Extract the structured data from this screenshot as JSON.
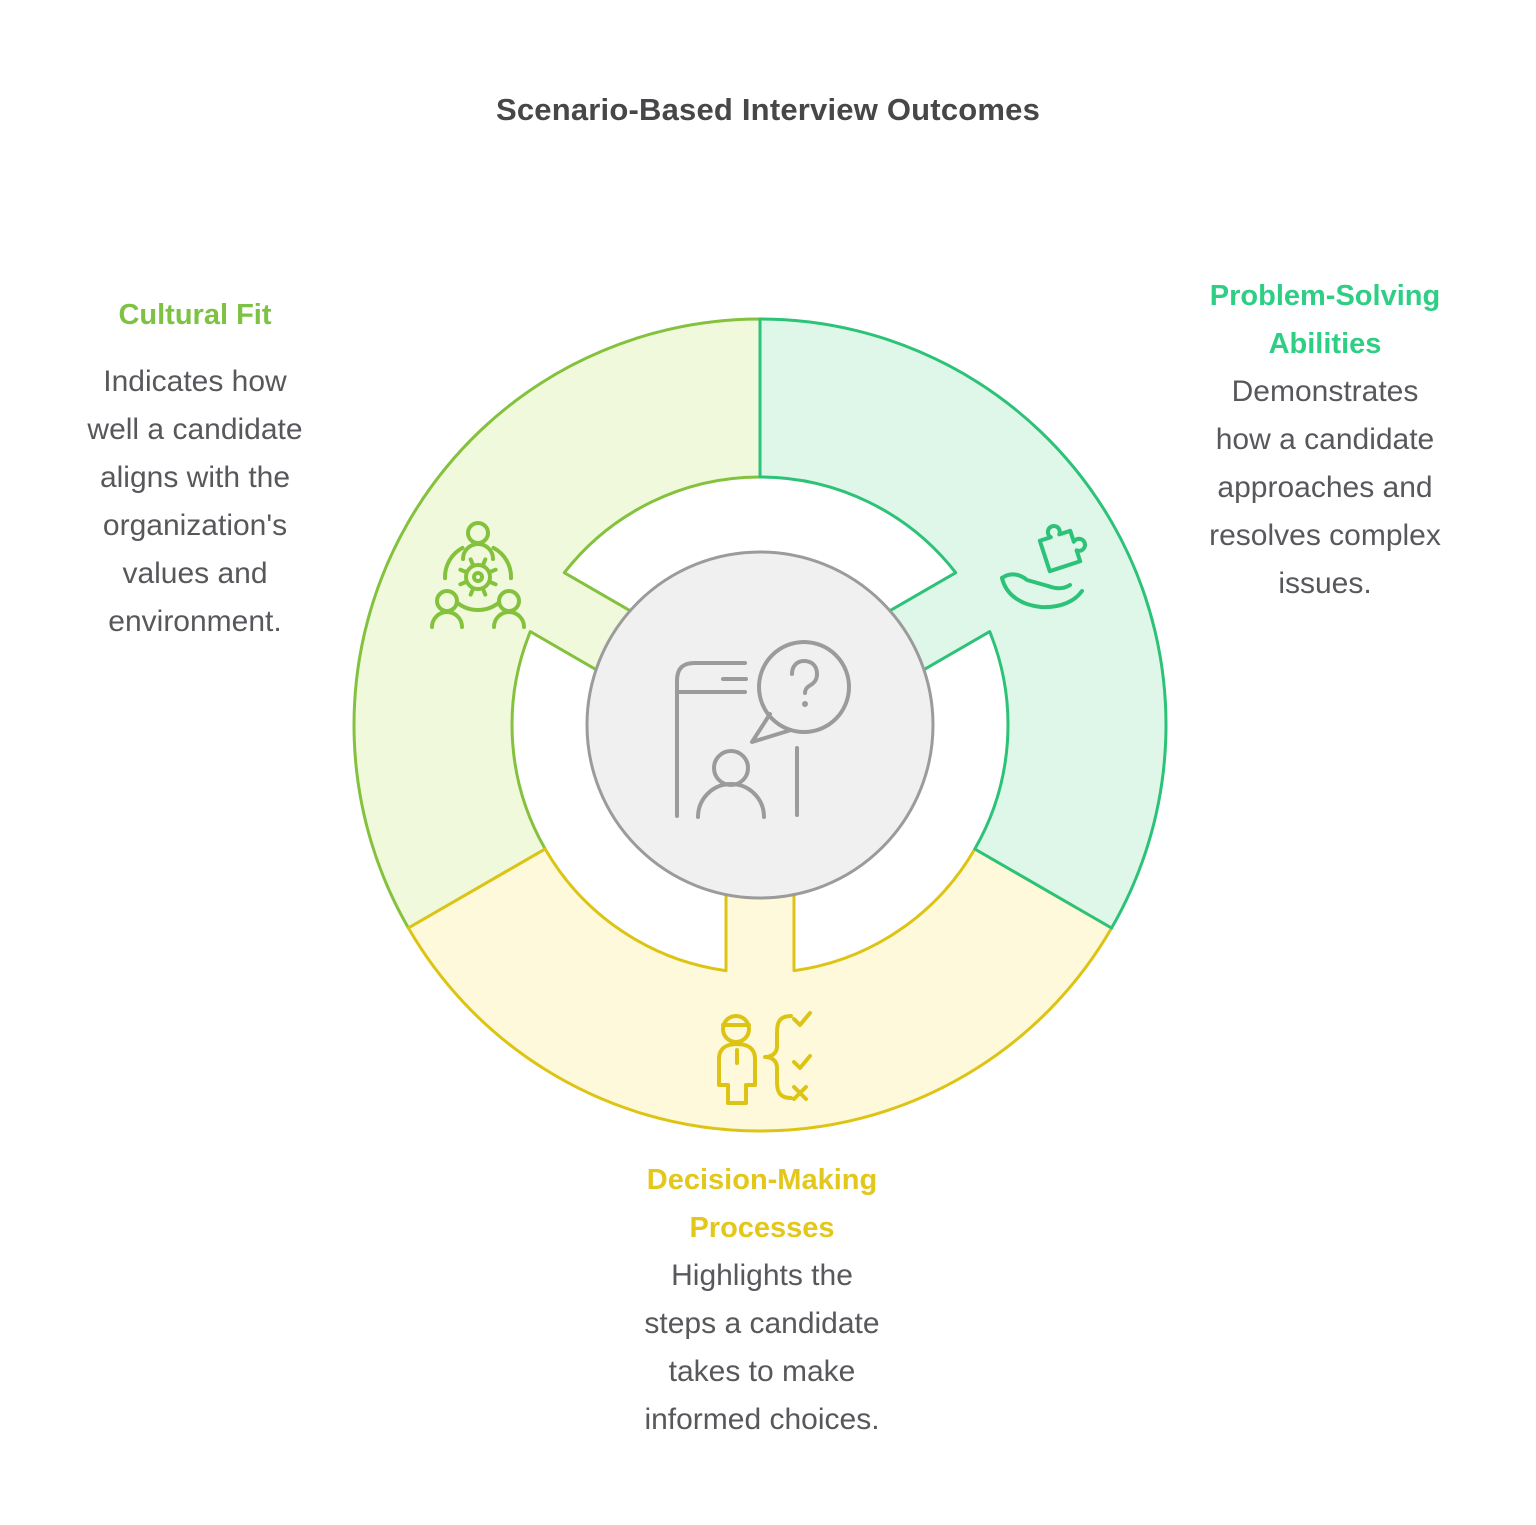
{
  "title": {
    "text": "Scenario-Based Interview Outcomes",
    "color": "#47474a"
  },
  "diagram": {
    "background": "#ffffff",
    "body_text_color": "#57585c",
    "center": {
      "icon": "interview-conversation-icon",
      "fill": "#f0f0f0",
      "stroke": "#9b9b9b"
    },
    "segments": [
      {
        "id": "cultural-fit",
        "heading": "Cultural Fit",
        "description": "Indicates how well a candidate aligns with the organization's values and environment.",
        "heading_color": "#7dc242",
        "fill": "#f0f9dc",
        "stroke": "#84c13d",
        "icon": "team-collaboration-gear-icon",
        "start_angle": 90,
        "end_angle": 210
      },
      {
        "id": "problem-solving-abilities",
        "heading": "Problem-Solving Abilities",
        "description": "Demonstrates how a candidate approaches and resolves complex issues.",
        "heading_color": "#2fce85",
        "fill": "#def7e9",
        "stroke": "#2cc277",
        "icon": "hand-holding-puzzle-icon",
        "start_angle": -30,
        "end_angle": 90
      },
      {
        "id": "decision-making-processes",
        "heading": "Decision-Making Processes",
        "description": "Highlights the steps a candidate takes to make informed choices.",
        "heading_color": "#e3c71a",
        "fill": "#fdf9da",
        "stroke": "#ddc414",
        "icon": "person-decision-checklist-icon",
        "start_angle": 210,
        "end_angle": 330
      }
    ]
  }
}
